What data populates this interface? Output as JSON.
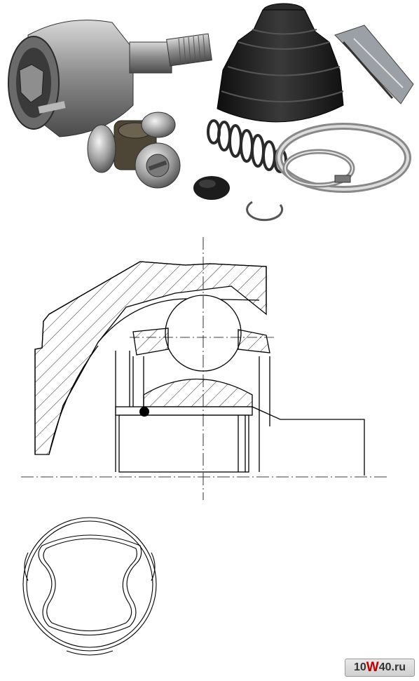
{
  "image": {
    "panels": [
      "product-photo",
      "section-drawing",
      "end-view-drawing"
    ],
    "photo_parts": [
      "joint-housing",
      "splined-shaft",
      "tripod-roller-spider",
      "rubber-boot",
      "coil-spring",
      "hose-clamp",
      "grease-cap",
      "circlip",
      "grease-sachet"
    ]
  },
  "watermark": {
    "prefix": "10",
    "accent": "W",
    "suffix": "40.ru"
  },
  "colors": {
    "metal": "#8c8c8c",
    "rubber": "#1e1e1e",
    "line": "#000000",
    "background": "#ffffff",
    "watermark_accent": "#c00000"
  }
}
